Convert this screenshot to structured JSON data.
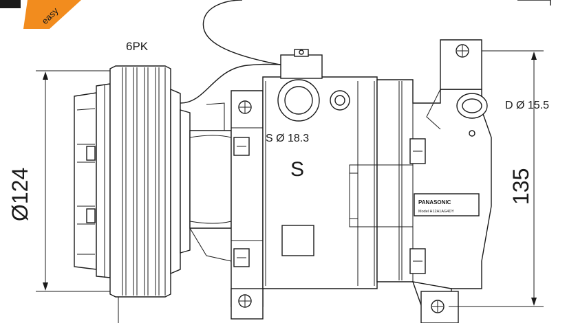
{
  "badge": {
    "text": "easy",
    "color": "#f28c1e"
  },
  "labels": {
    "pulley_type": "6PK",
    "suction_port": "S Ø 18.3",
    "suction_mark": "S",
    "discharge_port": "D Ø 15.5",
    "pulley_diameter": "Ø124",
    "height_dim": "135"
  },
  "nameplate": {
    "brand": "PANASONIC",
    "model": "Model H12A1AG4DY"
  },
  "colors": {
    "line": "#1a1a1a",
    "background": "#ffffff"
  }
}
